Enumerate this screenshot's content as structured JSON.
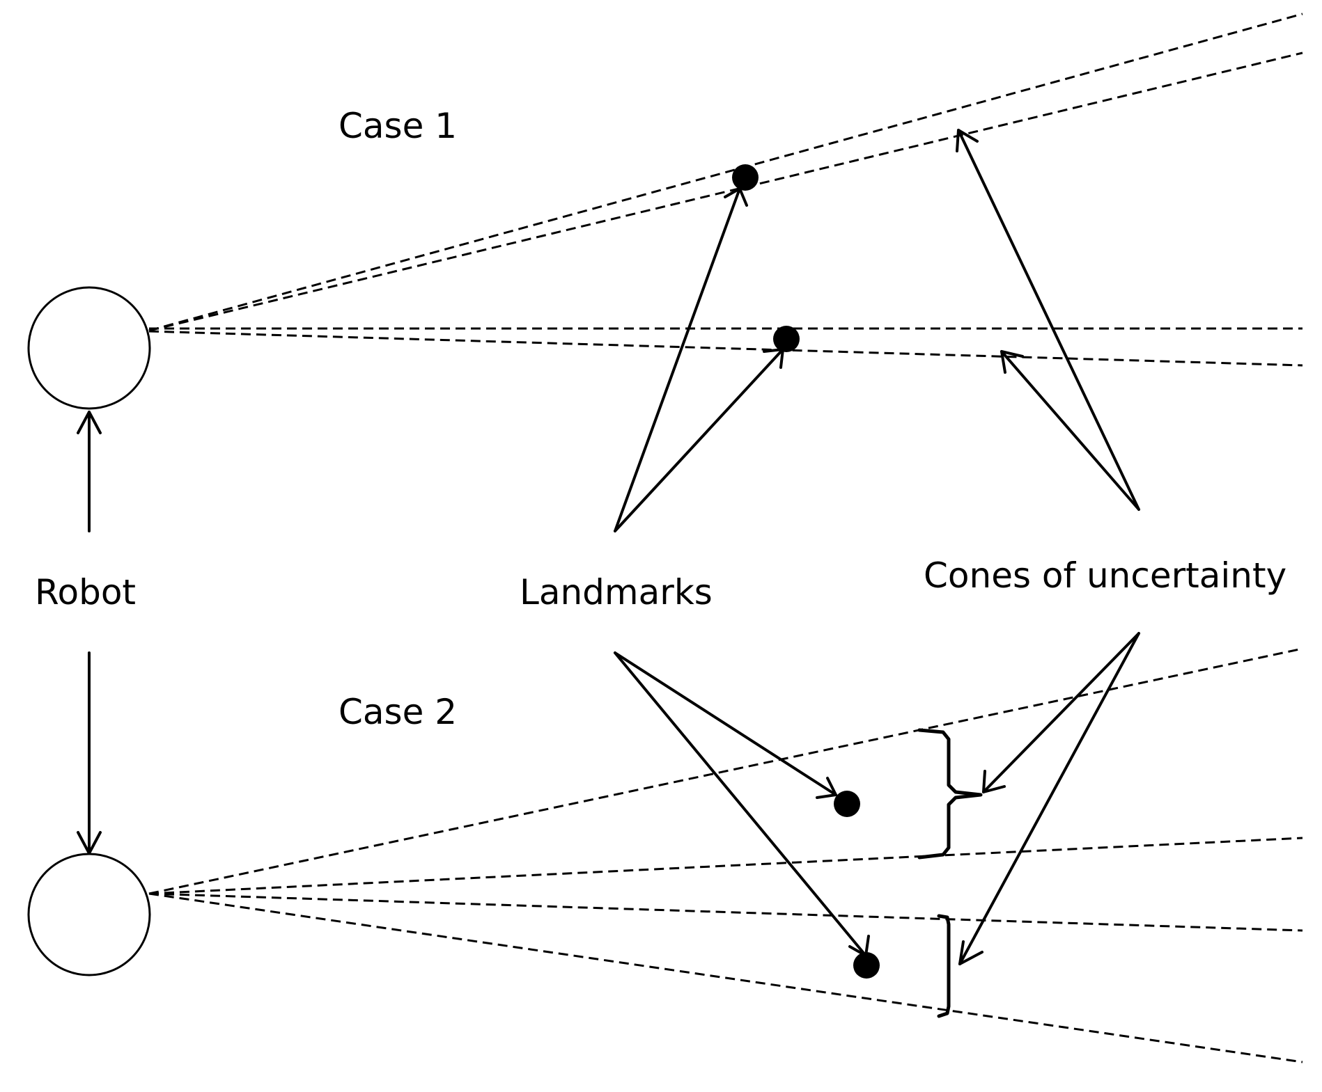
{
  "labels": {
    "case1": "Case 1",
    "case2": "Case 2",
    "robot": "Robot",
    "landmarks": "Landmarks",
    "cones": "Cones of uncertainty"
  },
  "colors": {
    "ink": "#000000",
    "background": "#ffffff"
  }
}
